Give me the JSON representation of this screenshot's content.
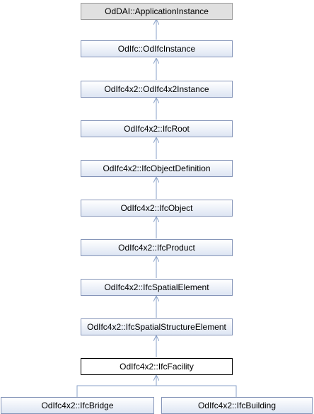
{
  "nodes": {
    "application_instance": "OdDAI::ApplicationInstance",
    "odifc_instance": "OdIfc::OdIfcInstance",
    "odifc4x2_instance": "OdIfc4x2::OdIfc4x2Instance",
    "ifc_root": "OdIfc4x2::IfcRoot",
    "ifc_object_definition": "OdIfc4x2::IfcObjectDefinition",
    "ifc_object": "OdIfc4x2::IfcObject",
    "ifc_product": "OdIfc4x2::IfcProduct",
    "ifc_spatial_element": "OdIfc4x2::IfcSpatialElement",
    "ifc_spatial_structure_element": "OdIfc4x2::IfcSpatialStructureElement",
    "ifc_facility": "OdIfc4x2::IfcFacility",
    "ifc_bridge": "OdIfc4x2::IfcBridge",
    "ifc_building": "OdIfc4x2::IfcBuilding"
  },
  "colors": {
    "edge": "#8aa2c8",
    "node_border": "#8494b8",
    "root_fill": "#e0e0e0",
    "current_border": "#000000"
  }
}
